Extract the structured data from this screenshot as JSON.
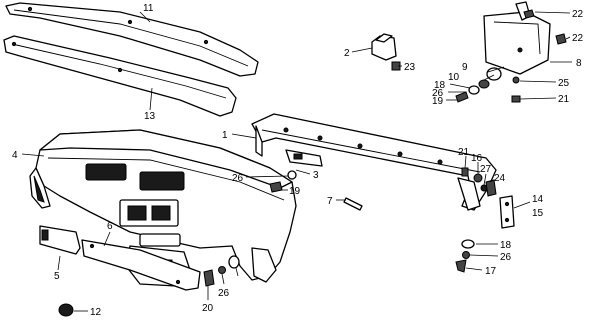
{
  "diagram": {
    "callouts": [
      {
        "id": "c1",
        "label": "1"
      },
      {
        "id": "c2",
        "label": "2"
      },
      {
        "id": "c3",
        "label": "3"
      },
      {
        "id": "c4",
        "label": "4"
      },
      {
        "id": "c5",
        "label": "5"
      },
      {
        "id": "c6",
        "label": "6"
      },
      {
        "id": "c7",
        "label": "7"
      },
      {
        "id": "c8",
        "label": "8"
      },
      {
        "id": "c9",
        "label": "9"
      },
      {
        "id": "c10",
        "label": "10"
      },
      {
        "id": "c11",
        "label": "11"
      },
      {
        "id": "c12",
        "label": "12"
      },
      {
        "id": "c13",
        "label": "13"
      },
      {
        "id": "c14",
        "label": "14"
      },
      {
        "id": "c15",
        "label": "15"
      },
      {
        "id": "c16",
        "label": "16"
      },
      {
        "id": "c17",
        "label": "17"
      },
      {
        "id": "c18a",
        "label": "18"
      },
      {
        "id": "c18b",
        "label": "18"
      },
      {
        "id": "c19a",
        "label": "19"
      },
      {
        "id": "c19b",
        "label": "19"
      },
      {
        "id": "c20",
        "label": "20"
      },
      {
        "id": "c21a",
        "label": "21"
      },
      {
        "id": "c21b",
        "label": "21"
      },
      {
        "id": "c22a",
        "label": "22"
      },
      {
        "id": "c22b",
        "label": "22"
      },
      {
        "id": "c23",
        "label": "23"
      },
      {
        "id": "c24",
        "label": "24"
      },
      {
        "id": "c25",
        "label": "25"
      },
      {
        "id": "c26a",
        "label": "26"
      },
      {
        "id": "c26b",
        "label": "26"
      },
      {
        "id": "c26c",
        "label": "26"
      },
      {
        "id": "c26d",
        "label": "26"
      },
      {
        "id": "c27",
        "label": "27"
      }
    ]
  }
}
